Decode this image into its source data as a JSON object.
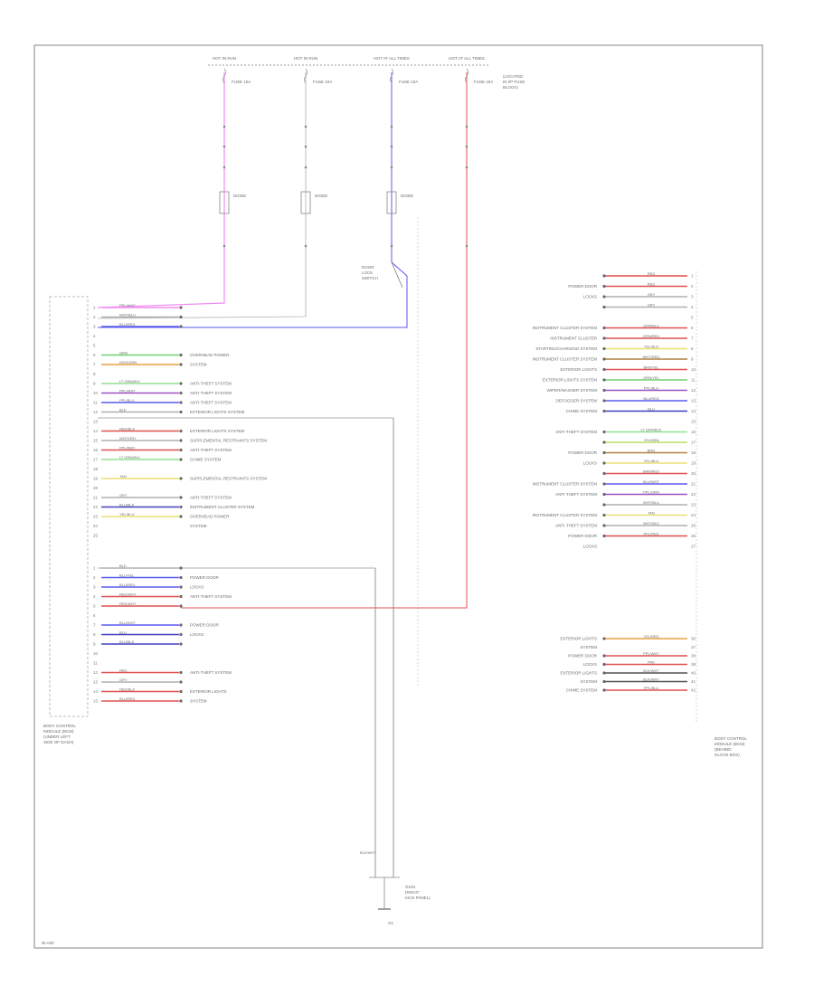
{
  "colors": {
    "pink": "#f08cf0",
    "blue": "#5a5af0",
    "red": "#e05050",
    "green": "#70d070",
    "orange": "#e8a040",
    "purple": "#a050c0",
    "grey": "#b0b0b0",
    "yellow": "#e8e070",
    "yellowgreen": "#b8e060",
    "brown": "#b08040",
    "navy": "#4040c0",
    "black": "#404040",
    "lightgreen": "#90e090",
    "dark": "#505050"
  },
  "fuses": [
    {
      "label": "HOT IN RUN",
      "note": "FUSE 10A"
    },
    {
      "label": "HOT IN RUN",
      "note": "FUSE 10A"
    },
    {
      "label": "HOT AT ALL TIMES",
      "note": "FUSE 10A"
    },
    {
      "label": "HOT AT ALL TIMES",
      "note": "FUSE 15A"
    }
  ],
  "components": {
    "left_module": [
      "BODY CONTROL",
      "MODULE (BCM)",
      "(UNDER LEFT",
      "SIDE OF DASH)"
    ],
    "right_module": [
      "BODY CONTROL",
      "MODULE (BCM)",
      "(BEHIND",
      "GLOVE BOX)"
    ],
    "ground": [
      "G104",
      "(RIGHT",
      "KICK PANEL)"
    ],
    "ground_id": "G1",
    "switch": [
      "DOOR",
      "LOCK",
      "SWITCH"
    ],
    "footer": "W-A00"
  },
  "left_rows": [
    {
      "pin": "1",
      "wire": "PPL/WHT",
      "color": "pink",
      "text": ""
    },
    {
      "pin": "2",
      "wire": "WHT/BLU",
      "color": "grey",
      "text": ""
    },
    {
      "pin": "3",
      "wire": "BLU/RED",
      "color": "blue",
      "text": ""
    },
    {
      "pin": "4",
      "wire": "",
      "color": "",
      "text": ""
    },
    {
      "pin": "5",
      "wire": "",
      "color": "",
      "text": ""
    },
    {
      "pin": "6",
      "wire": "GRN",
      "color": "green",
      "text": "OVERHEAD POWER"
    },
    {
      "pin": "7",
      "wire": "ORG/GRN",
      "color": "orange",
      "text": "SYSTEM"
    },
    {
      "pin": "8",
      "wire": "",
      "color": "",
      "text": ""
    },
    {
      "pin": "9",
      "wire": "LT GRN/BLK",
      "color": "lightgreen",
      "text": "ANTI-THEFT SYSTEM"
    },
    {
      "pin": "10",
      "wire": "PPL/WHT",
      "color": "purple",
      "text": "ANTI-THEFT SYSTEM"
    },
    {
      "pin": "11",
      "wire": "PPL/BLU",
      "color": "blue",
      "text": "ANTI-THEFT SYSTEM"
    },
    {
      "pin": "12",
      "wire": "BLK",
      "color": "grey",
      "text": "EXTERIOR LIGHTS SYSTEM"
    },
    {
      "pin": "13",
      "wire": "",
      "color": "",
      "text": ""
    },
    {
      "pin": "14",
      "wire": "RED/BLK",
      "color": "red",
      "text": "EXTERIOR LIGHTS SYSTEM"
    },
    {
      "pin": "15",
      "wire": "WHT/GRY",
      "color": "grey",
      "text": "SUPPLEMENTAL RESTRAINTS SYSTEM"
    },
    {
      "pin": "16",
      "wire": "PPL/RED",
      "color": "red",
      "text": "ANTI-THEFT SYSTEM"
    },
    {
      "pin": "17",
      "wire": "LT GRN/BLK",
      "color": "lightgreen",
      "text": "CHIME SYSTEM"
    },
    {
      "pin": "18",
      "wire": "",
      "color": "",
      "text": ""
    },
    {
      "pin": "19",
      "wire": "TAN",
      "color": "yellow",
      "text": "SUPPLEMENTAL RESTRAINTS SYSTEM"
    },
    {
      "pin": "20",
      "wire": "",
      "color": "",
      "text": ""
    },
    {
      "pin": "21",
      "wire": "GRY",
      "color": "grey",
      "text": "ANTI-THEFT SYSTEM"
    },
    {
      "pin": "22",
      "wire": "BLU/BLK",
      "color": "navy",
      "text": "INSTRUMENT CLUSTER SYSTEM"
    },
    {
      "pin": "23",
      "wire": "YEL/BLU",
      "color": "yellow",
      "text": "OVERHEAD POWER"
    },
    {
      "pin": "24",
      "wire": "",
      "color": "",
      "text": "SYSTEM"
    },
    {
      "pin": "25",
      "wire": "",
      "color": "",
      "text": ""
    }
  ],
  "left_rows_b": [
    {
      "pin": "1",
      "wire": "BLK",
      "color": "grey",
      "text": ""
    },
    {
      "pin": "2",
      "wire": "BLU/YEL",
      "color": "blue",
      "text": "POWER DOOR"
    },
    {
      "pin": "3",
      "wire": "BLU/RED",
      "color": "blue",
      "text": "LOCKS"
    },
    {
      "pin": "4",
      "wire": "RED/WHT",
      "color": "red",
      "text": "ANTI-THEFT SYSTEM"
    },
    {
      "pin": "5",
      "wire": "RED/WHT",
      "color": "red",
      "text": ""
    },
    {
      "pin": "6",
      "wire": "",
      "color": "",
      "text": ""
    },
    {
      "pin": "7",
      "wire": "BLU/WHT",
      "color": "blue",
      "text": "POWER DOOR"
    },
    {
      "pin": "8",
      "wire": "BLU",
      "color": "navy",
      "text": "LOCKS"
    },
    {
      "pin": "9",
      "wire": "BLU/BLK",
      "color": "navy",
      "text": ""
    },
    {
      "pin": "10",
      "wire": "",
      "color": "",
      "text": ""
    },
    {
      "pin": "11",
      "wire": "",
      "color": "",
      "text": ""
    },
    {
      "pin": "12",
      "wire": "RED",
      "color": "red",
      "text": "ANTI-THEFT SYSTEM"
    },
    {
      "pin": "13",
      "wire": "GRY",
      "color": "grey",
      "text": ""
    },
    {
      "pin": "14",
      "wire": "RED/BLK",
      "color": "red",
      "text": "EXTERIOR LIGHTS"
    },
    {
      "pin": "15",
      "wire": "BLU/RED",
      "color": "red",
      "text": "SYSTEM"
    }
  ],
  "right_rows": [
    {
      "pin": "1",
      "wire": "RED",
      "color": "red",
      "text": ""
    },
    {
      "pin": "2",
      "wire": "RED",
      "color": "red",
      "text": "POWER DOOR"
    },
    {
      "pin": "3",
      "wire": "GRY",
      "color": "grey",
      "text": "LOCKS"
    },
    {
      "pin": "4",
      "wire": "GRY",
      "color": "grey",
      "text": ""
    },
    {
      "pin": "5",
      "wire": "",
      "color": "",
      "text": ""
    },
    {
      "pin": "6",
      "wire": "GRN/BLU",
      "color": "red",
      "text": "INSTRUMENT CLUSTER SYSTEM"
    },
    {
      "pin": "7",
      "wire": "GRN/RED",
      "color": "red",
      "text": "INSTRUMENT CLUSTER"
    },
    {
      "pin": "8",
      "wire": "YEL/BLK",
      "color": "yellow",
      "text": "STARTING/CHARGING SYSTEM"
    },
    {
      "pin": "9",
      "wire": "WHT/RED",
      "color": "brown",
      "text": "INSTRUMENT CLUSTER SYSTEM"
    },
    {
      "pin": "10",
      "wire": "BRN/YEL",
      "color": "red",
      "text": "EXTERIOR LIGHTS"
    },
    {
      "pin": "11",
      "wire": "GRN/YEL",
      "color": "green",
      "text": "EXTERIOR LIGHTS SYSTEM"
    },
    {
      "pin": "12",
      "wire": "PPL/BLK",
      "color": "purple",
      "text": "WIPER/WASHER SYSTEM"
    },
    {
      "pin": "13",
      "wire": "BLU/RED",
      "color": "blue",
      "text": "DEFOGGER SYSTEM"
    },
    {
      "pin": "14",
      "wire": "BLU",
      "color": "navy",
      "text": "CHIME SYSTEM"
    },
    {
      "pin": "15",
      "wire": "",
      "color": "",
      "text": ""
    },
    {
      "pin": "16",
      "wire": "LT GRN/BLK",
      "color": "lightgreen",
      "text": "ANTI-THEFT SYSTEM"
    },
    {
      "pin": "17",
      "wire": "YEL/BRN",
      "color": "yellowgreen",
      "text": ""
    },
    {
      "pin": "18",
      "wire": "BRN",
      "color": "brown",
      "text": "POWER DOOR"
    },
    {
      "pin": "19",
      "wire": "YEL/BLU",
      "color": "yellow",
      "text": "LOCKS"
    },
    {
      "pin": "20",
      "wire": "BRN/RED",
      "color": "red",
      "text": ""
    },
    {
      "pin": "21",
      "wire": "BLU/WHT",
      "color": "blue",
      "text": "INSTRUMENT CLUSTER SYSTEM"
    },
    {
      "pin": "22",
      "wire": "PPL/GRN",
      "color": "purple",
      "text": "ANTI-THEFT SYSTEM"
    },
    {
      "pin": "23",
      "wire": "WHT/BLU",
      "color": "grey",
      "text": ""
    },
    {
      "pin": "24",
      "wire": "TAN",
      "color": "yellow",
      "text": "INSTRUMENT CLUSTER SYSTEM"
    },
    {
      "pin": "25",
      "wire": "WHT/BLK",
      "color": "grey",
      "text": "ANTI-THEFT SYSTEM"
    },
    {
      "pin": "26",
      "wire": "PPL/RED",
      "color": "red",
      "text": "POWER DOOR"
    },
    {
      "pin": "27",
      "wire": "",
      "color": "",
      "text": "LOCKS"
    }
  ],
  "right_rows_b": [
    {
      "pin": "36",
      "wire": "YEL/RED",
      "color": "orange",
      "text": "EXTERIOR LIGHTS"
    },
    {
      "pin": "37",
      "wire": "",
      "color": "",
      "text": "SYSTEM"
    },
    {
      "pin": "38",
      "wire": "PPL/WHT",
      "color": "red",
      "text": "POWER DOOR"
    },
    {
      "pin": "39",
      "wire": "PNK",
      "color": "red",
      "text": "LOCKS"
    },
    {
      "pin": "40",
      "wire": "BLK/WHT",
      "color": "dark",
      "text": "EXTERIOR LIGHTS"
    },
    {
      "pin": "41",
      "wire": "BLK/WHT",
      "color": "dark",
      "text": "SYSTEM"
    },
    {
      "pin": "42",
      "wire": "PPL/BLU",
      "color": "red",
      "text": "CHIME SYSTEM"
    }
  ]
}
